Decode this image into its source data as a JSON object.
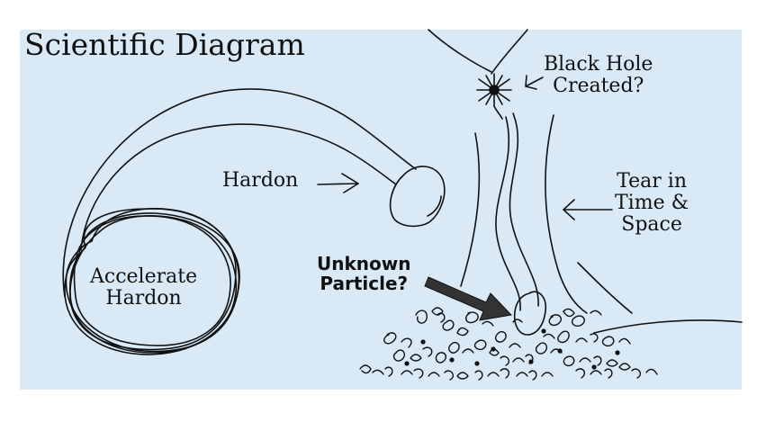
{
  "title": "Scientific Diagram",
  "labels": {
    "black_hole": [
      "Black Hole",
      "Created?"
    ],
    "hardon": "Hardon",
    "tear": [
      "Tear in",
      "Time &",
      "Space"
    ],
    "accelerate": [
      "Accelerate",
      "Hardon"
    ],
    "unknown": [
      "Unknown",
      "Particle?"
    ]
  },
  "colors": {
    "panel_background": "#d9eaf6",
    "ink": "#111111"
  }
}
